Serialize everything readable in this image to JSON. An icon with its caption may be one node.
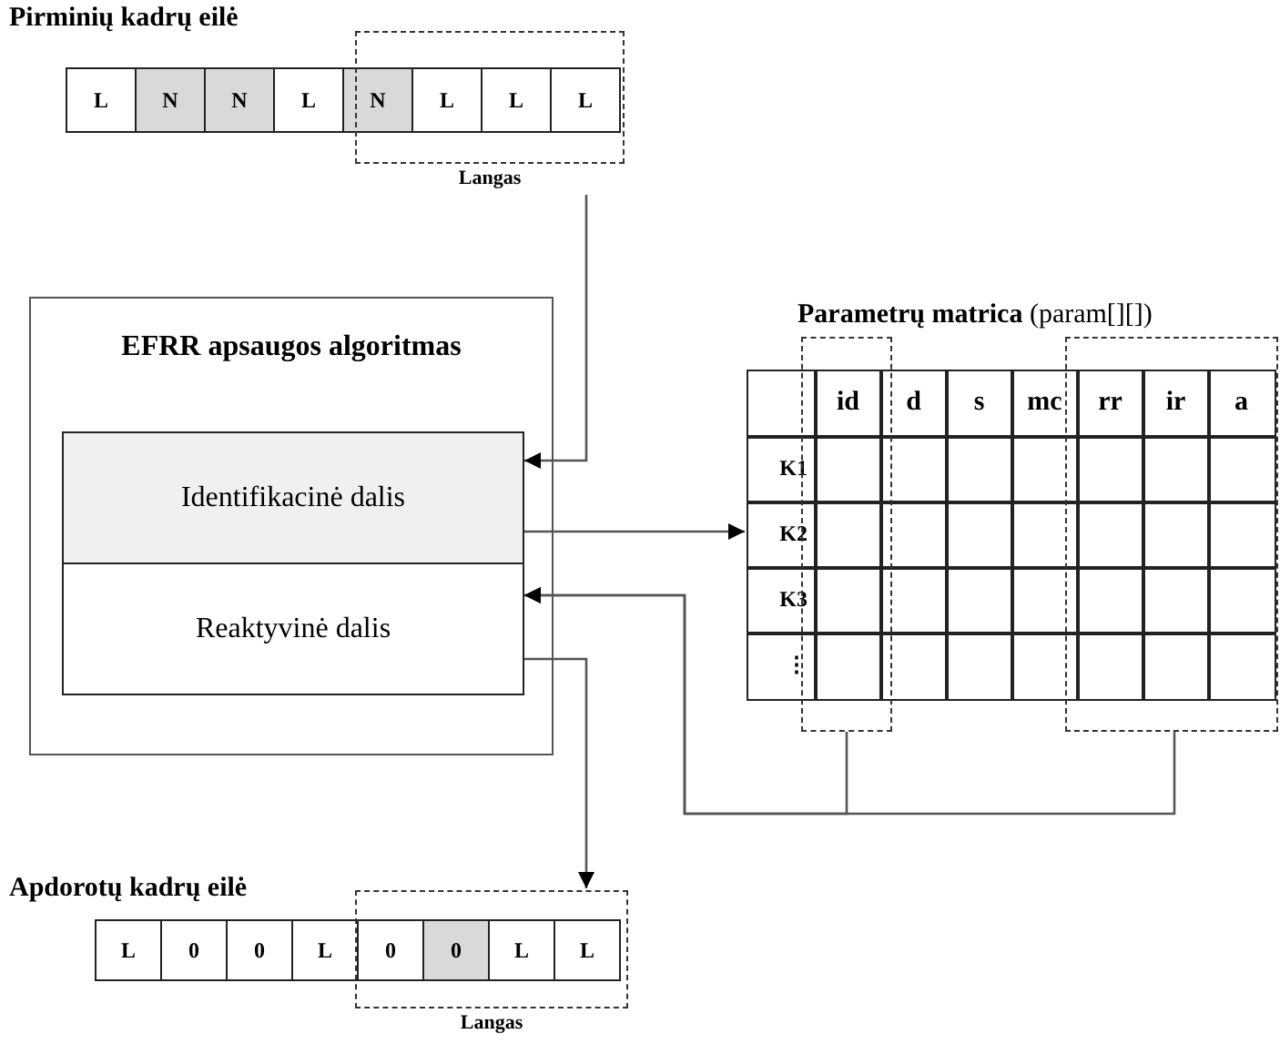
{
  "diagram": {
    "nodes": [
      {
        "text": [
          "Pirminių kadrų eilė"
        ]
      },
      {
        "text": [
          "Langas"
        ]
      },
      {
        "text": [
          "EFRR apsaugos algoritmas"
        ]
      },
      {
        "text": [
          "Identifikacinė dalis"
        ],
        "in": 2
      },
      {
        "text": [
          "Reaktyvinė dalis"
        ],
        "in": 2
      },
      {
        "text": [
          "**Parametrų matrica** (param[][])"
        ]
      },
      {
        "text": [],
        "shape": "box"
      },
      {
        "text": [],
        "shape": "box"
      },
      {
        "text": [
          "Apdorotų kadrų eilė"
        ]
      },
      {
        "text": [
          "Langas"
        ]
      }
    ],
    "edges": [
      {
        "from": 1,
        "to": 3,
        "arrow": "to"
      },
      {
        "from": 3,
        "to": 5,
        "arrow": "to"
      },
      {
        "from": 6,
        "to": 4,
        "arrow": "to"
      },
      {
        "from": 7,
        "to": 4,
        "arrow": "to"
      },
      {
        "from": 4,
        "to": 9,
        "arrow": "to"
      }
    ],
    "labels": [
      "L",
      "N",
      "N",
      "L",
      "N",
      "L",
      "L",
      "L",
      "id",
      "d",
      "s",
      "mc",
      "rr",
      "ir",
      "a",
      "K1",
      "K2",
      "K3",
      "⋮",
      "L",
      "0",
      "0",
      "L",
      "0",
      "0",
      "L",
      "L"
    ]
  }
}
